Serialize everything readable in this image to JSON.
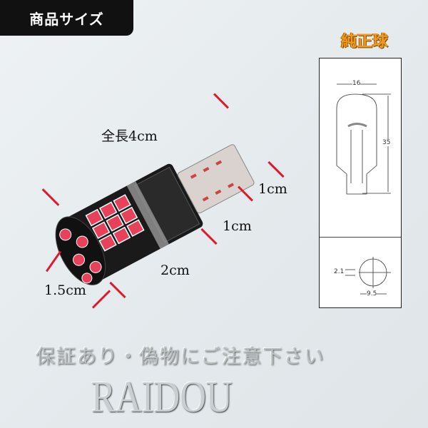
{
  "badge": {
    "label": "商品サイズ"
  },
  "dimensions": {
    "total_length": "全長4cm",
    "width_1": "1cm",
    "width_2": "1cm",
    "depth": "2cm",
    "head": "1.5cm"
  },
  "spec": {
    "title": "純正球",
    "width": "16",
    "height": "35",
    "pin_gap": "2.1",
    "base_width": "9.5"
  },
  "footer": {
    "note": "保証あり・偽物にご注意下さい",
    "brand": "RAIDOU"
  },
  "colors": {
    "accent": "#e0192c",
    "title": "#f39a1a",
    "led": "#e8425a"
  }
}
